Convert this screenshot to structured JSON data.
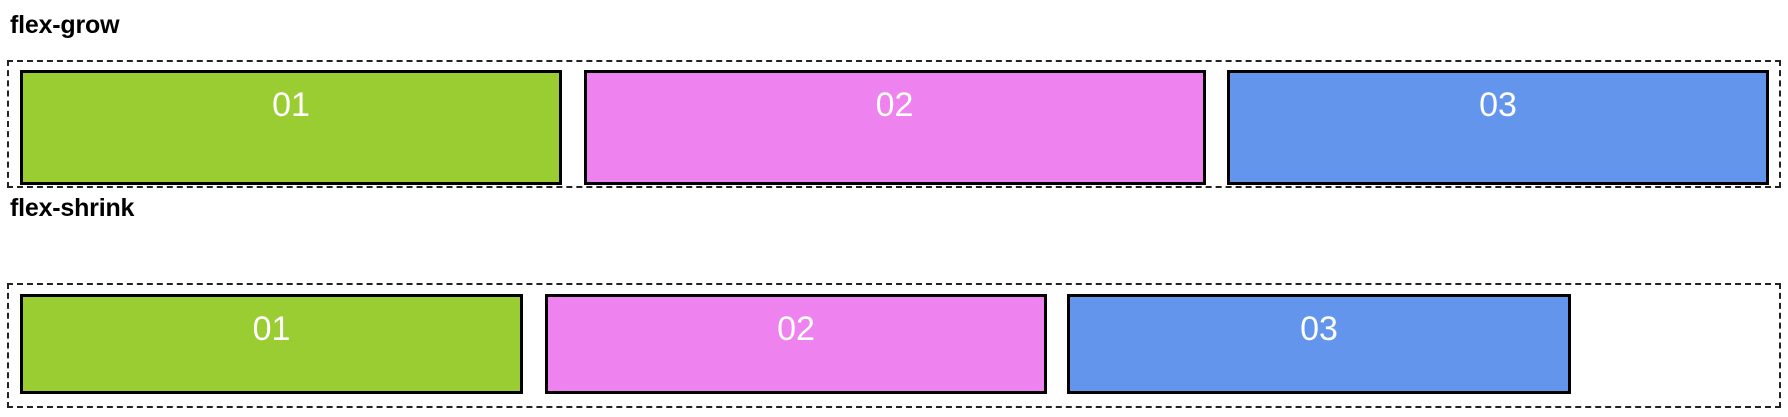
{
  "sections": [
    {
      "id": "flex-grow",
      "title": "flex-grow",
      "items": [
        {
          "label": "01",
          "color": "#9acd32",
          "color_name": "green"
        },
        {
          "label": "02",
          "color": "#ee82ee",
          "color_name": "pink"
        },
        {
          "label": "03",
          "color": "#6495ed",
          "color_name": "blue"
        }
      ]
    },
    {
      "id": "flex-shrink",
      "title": "flex-shrink",
      "items": [
        {
          "label": "01",
          "color": "#9acd32",
          "color_name": "green"
        },
        {
          "label": "02",
          "color": "#ee82ee",
          "color_name": "pink"
        },
        {
          "label": "03",
          "color": "#6495ed",
          "color_name": "blue"
        }
      ]
    }
  ],
  "style": {
    "page_background": "#ffffff",
    "container_border": "#222222",
    "item_border": "#000000",
    "item_text_color": "#ffffff",
    "title_color": "#000000"
  }
}
